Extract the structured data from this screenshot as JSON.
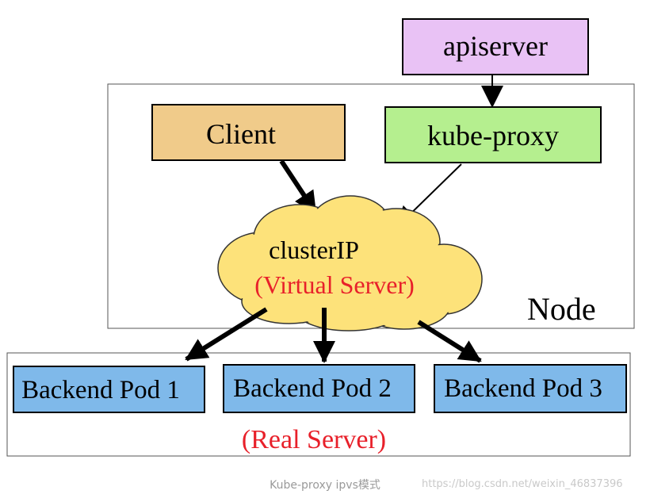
{
  "nodes": {
    "apiserver": {
      "label": "apiserver",
      "fill": "#e9c2f5"
    },
    "client": {
      "label": "Client",
      "fill": "#f0cb8a"
    },
    "kube_proxy": {
      "label": "kube-proxy",
      "fill": "#b5ef8f"
    },
    "cluster_ip": {
      "label": "clusterIP",
      "sublabel": "(Virtual Server)",
      "fill": "#fde27a"
    },
    "pod1": {
      "label": "Backend Pod 1",
      "fill": "#7fb9ea"
    },
    "pod2": {
      "label": "Backend Pod 2",
      "fill": "#7fb9ea"
    },
    "pod3": {
      "label": "Backend Pod 3",
      "fill": "#7fb9ea"
    }
  },
  "node_container": {
    "label": "Node"
  },
  "real_server": {
    "label": "(Real Server)"
  },
  "colors": {
    "accent_red": "#e8202a",
    "stroke": "#000000"
  },
  "edges": [
    {
      "from": "apiserver",
      "to": "kube-proxy"
    },
    {
      "from": "Client",
      "to": "clusterIP"
    },
    {
      "from": "kube-proxy",
      "to": "clusterIP"
    },
    {
      "from": "clusterIP",
      "to": "Backend Pod 1"
    },
    {
      "from": "clusterIP",
      "to": "Backend Pod 2"
    },
    {
      "from": "clusterIP",
      "to": "Backend Pod 3"
    }
  ],
  "caption": "Kube-proxy ipvs模式",
  "watermark": "https://blog.csdn.net/weixin_46837396"
}
